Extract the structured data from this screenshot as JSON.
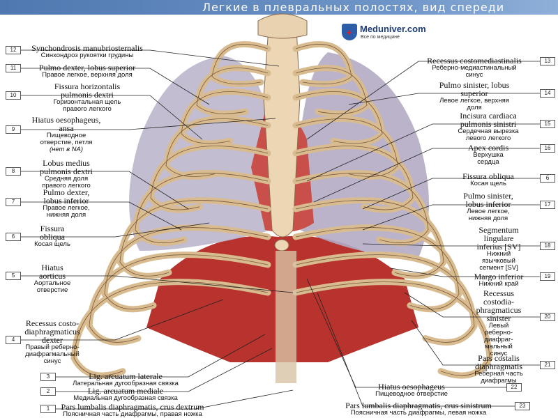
{
  "title": "Легкие в плевральных полостях, вид спереди",
  "logo": {
    "name": "Meduniver.com",
    "tagline": "Все по медицине"
  },
  "colors": {
    "title_bar": "#5a82ba",
    "muscle": "#b8322e",
    "rib": "#e8cfa8",
    "lung": "#b9b2c8"
  },
  "labels_left": [
    {
      "num": "12",
      "latin": [
        "Synchondrosis manubriosternalis"
      ],
      "ru": [
        "Синхондроз рукоятки грудины"
      ]
    },
    {
      "num": "11",
      "latin": [
        "Pulmo dexter, lobus superior"
      ],
      "ru": [
        "Правое легкое, верхняя доля"
      ]
    },
    {
      "num": "10",
      "latin": [
        "Fissura horizontalis",
        "pulmonis dextri"
      ],
      "ru": [
        "Горизонтальная щель",
        "правого легкого"
      ]
    },
    {
      "num": "9",
      "latin": [
        "Hiatus oesophageus,",
        "ansa"
      ],
      "ru": [
        "Пищеводное",
        "отверстие, петля",
        "(нет в NA)"
      ]
    },
    {
      "num": "8",
      "latin": [
        "Lobus medius",
        "pulmonis dextri"
      ],
      "ru": [
        "Средняя доля",
        "правого легкого"
      ]
    },
    {
      "num": "7",
      "latin": [
        "Pulmo dexter,",
        "lobus inferior"
      ],
      "ru": [
        "Правое легкое,",
        "нижняя доля"
      ]
    },
    {
      "num": "6",
      "latin": [
        "Fissura",
        "obliqua"
      ],
      "ru": [
        "Косая щель"
      ]
    },
    {
      "num": "5",
      "latin": [
        "Hiatus",
        "aorticus"
      ],
      "ru": [
        "Аортальное",
        "отверстие"
      ]
    },
    {
      "num": "4",
      "latin": [
        "Recessus costo-",
        "diaphragmaticus",
        "dexter"
      ],
      "ru": [
        "Правый реберно-",
        "диафрагмальный",
        "синус"
      ]
    },
    {
      "num": "3",
      "latin": [
        "Lig. arcuatum laterale"
      ],
      "ru": [
        "Латеральная дугообразная связка"
      ]
    },
    {
      "num": "2",
      "latin": [
        "Lig. arcuatum mediale"
      ],
      "ru": [
        "Медиальная дугообразная связка"
      ]
    },
    {
      "num": "1",
      "latin": [
        "Pars lumbalis diaphragmatis, crus dextrum"
      ],
      "ru": [
        "Поясничная часть диафрагмы, правая ножка"
      ]
    }
  ],
  "labels_right": [
    {
      "num": "13",
      "latin": [
        "Recessus costomediastinalis"
      ],
      "ru": [
        "Реберно-медиастинальный",
        "синус"
      ]
    },
    {
      "num": "14",
      "latin": [
        "Pulmo sinister, lobus",
        "superior"
      ],
      "ru": [
        "Левое легкое, верхняя",
        "доля"
      ]
    },
    {
      "num": "15",
      "latin": [
        "Incisura cardiaca",
        "pulmonis sinistri"
      ],
      "ru": [
        "Сердечная вырезка",
        "левого легкого"
      ]
    },
    {
      "num": "16",
      "latin": [
        "Apex cordis"
      ],
      "ru": [
        "Верхушка",
        "сердца"
      ]
    },
    {
      "num": "6",
      "latin": [
        "Fissura obliqua"
      ],
      "ru": [
        "Косая щель"
      ]
    },
    {
      "num": "17",
      "latin": [
        "Pulmo sinister,",
        "lobus inferior"
      ],
      "ru": [
        "Левое легкое,",
        "нижняя доля"
      ]
    },
    {
      "num": "18",
      "latin": [
        "Segmentum",
        "lingulare",
        "inferius [SV]"
      ],
      "ru": [
        "Нижний",
        "язычковый",
        "сегмент [SV]"
      ]
    },
    {
      "num": "19",
      "latin": [
        "Margo inferior"
      ],
      "ru": [
        "Нижний край"
      ]
    },
    {
      "num": "20",
      "latin": [
        "Recessus",
        "costodia-",
        "phragmaticus",
        "sinister"
      ],
      "ru": [
        "Левый",
        "реберно-",
        "диафраг-",
        "мальный",
        "синус"
      ]
    },
    {
      "num": "21",
      "latin": [
        "Pars costalis",
        "diaphragmatis"
      ],
      "ru": [
        "Реберная часть",
        "диафрагмы"
      ]
    },
    {
      "num": "22",
      "latin": [
        "Hiatus oesophageus"
      ],
      "ru": [
        "Пищеводное отверстие"
      ]
    },
    {
      "num": "23",
      "latin": [
        "Pars lumbalis diaphragmatis, crus sinistrum"
      ],
      "ru": [
        "Поясничная часть диафрагмы, левая ножка"
      ]
    }
  ]
}
